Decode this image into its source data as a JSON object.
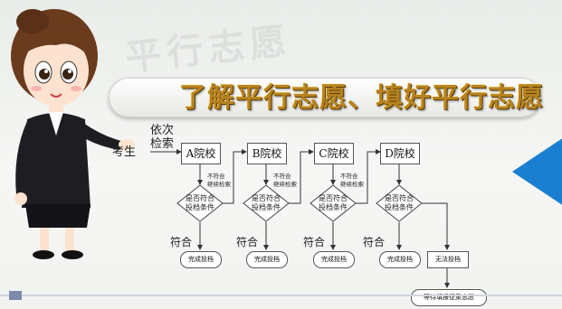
{
  "banner": {
    "title": "了解平行志愿、填好平行志愿"
  },
  "watermark": "平行志愿",
  "flow": {
    "start_label": "考生",
    "search_label_line1": "依次",
    "search_label_line2": "检索",
    "schools": [
      "A院校",
      "B院校",
      "C院校",
      "D院校"
    ],
    "decision_line1": "是否符合",
    "decision_line2": "投档条件",
    "no_match_line1": "不符合",
    "no_match_line2": "继续检索",
    "match_label": "符合",
    "done_label": "完成投档",
    "fail_label": "无法投档",
    "wait_label": "等待填报征集志愿"
  },
  "colors": {
    "title_gold": "#b8831f",
    "accent_blue": "#1a7fd1"
  }
}
